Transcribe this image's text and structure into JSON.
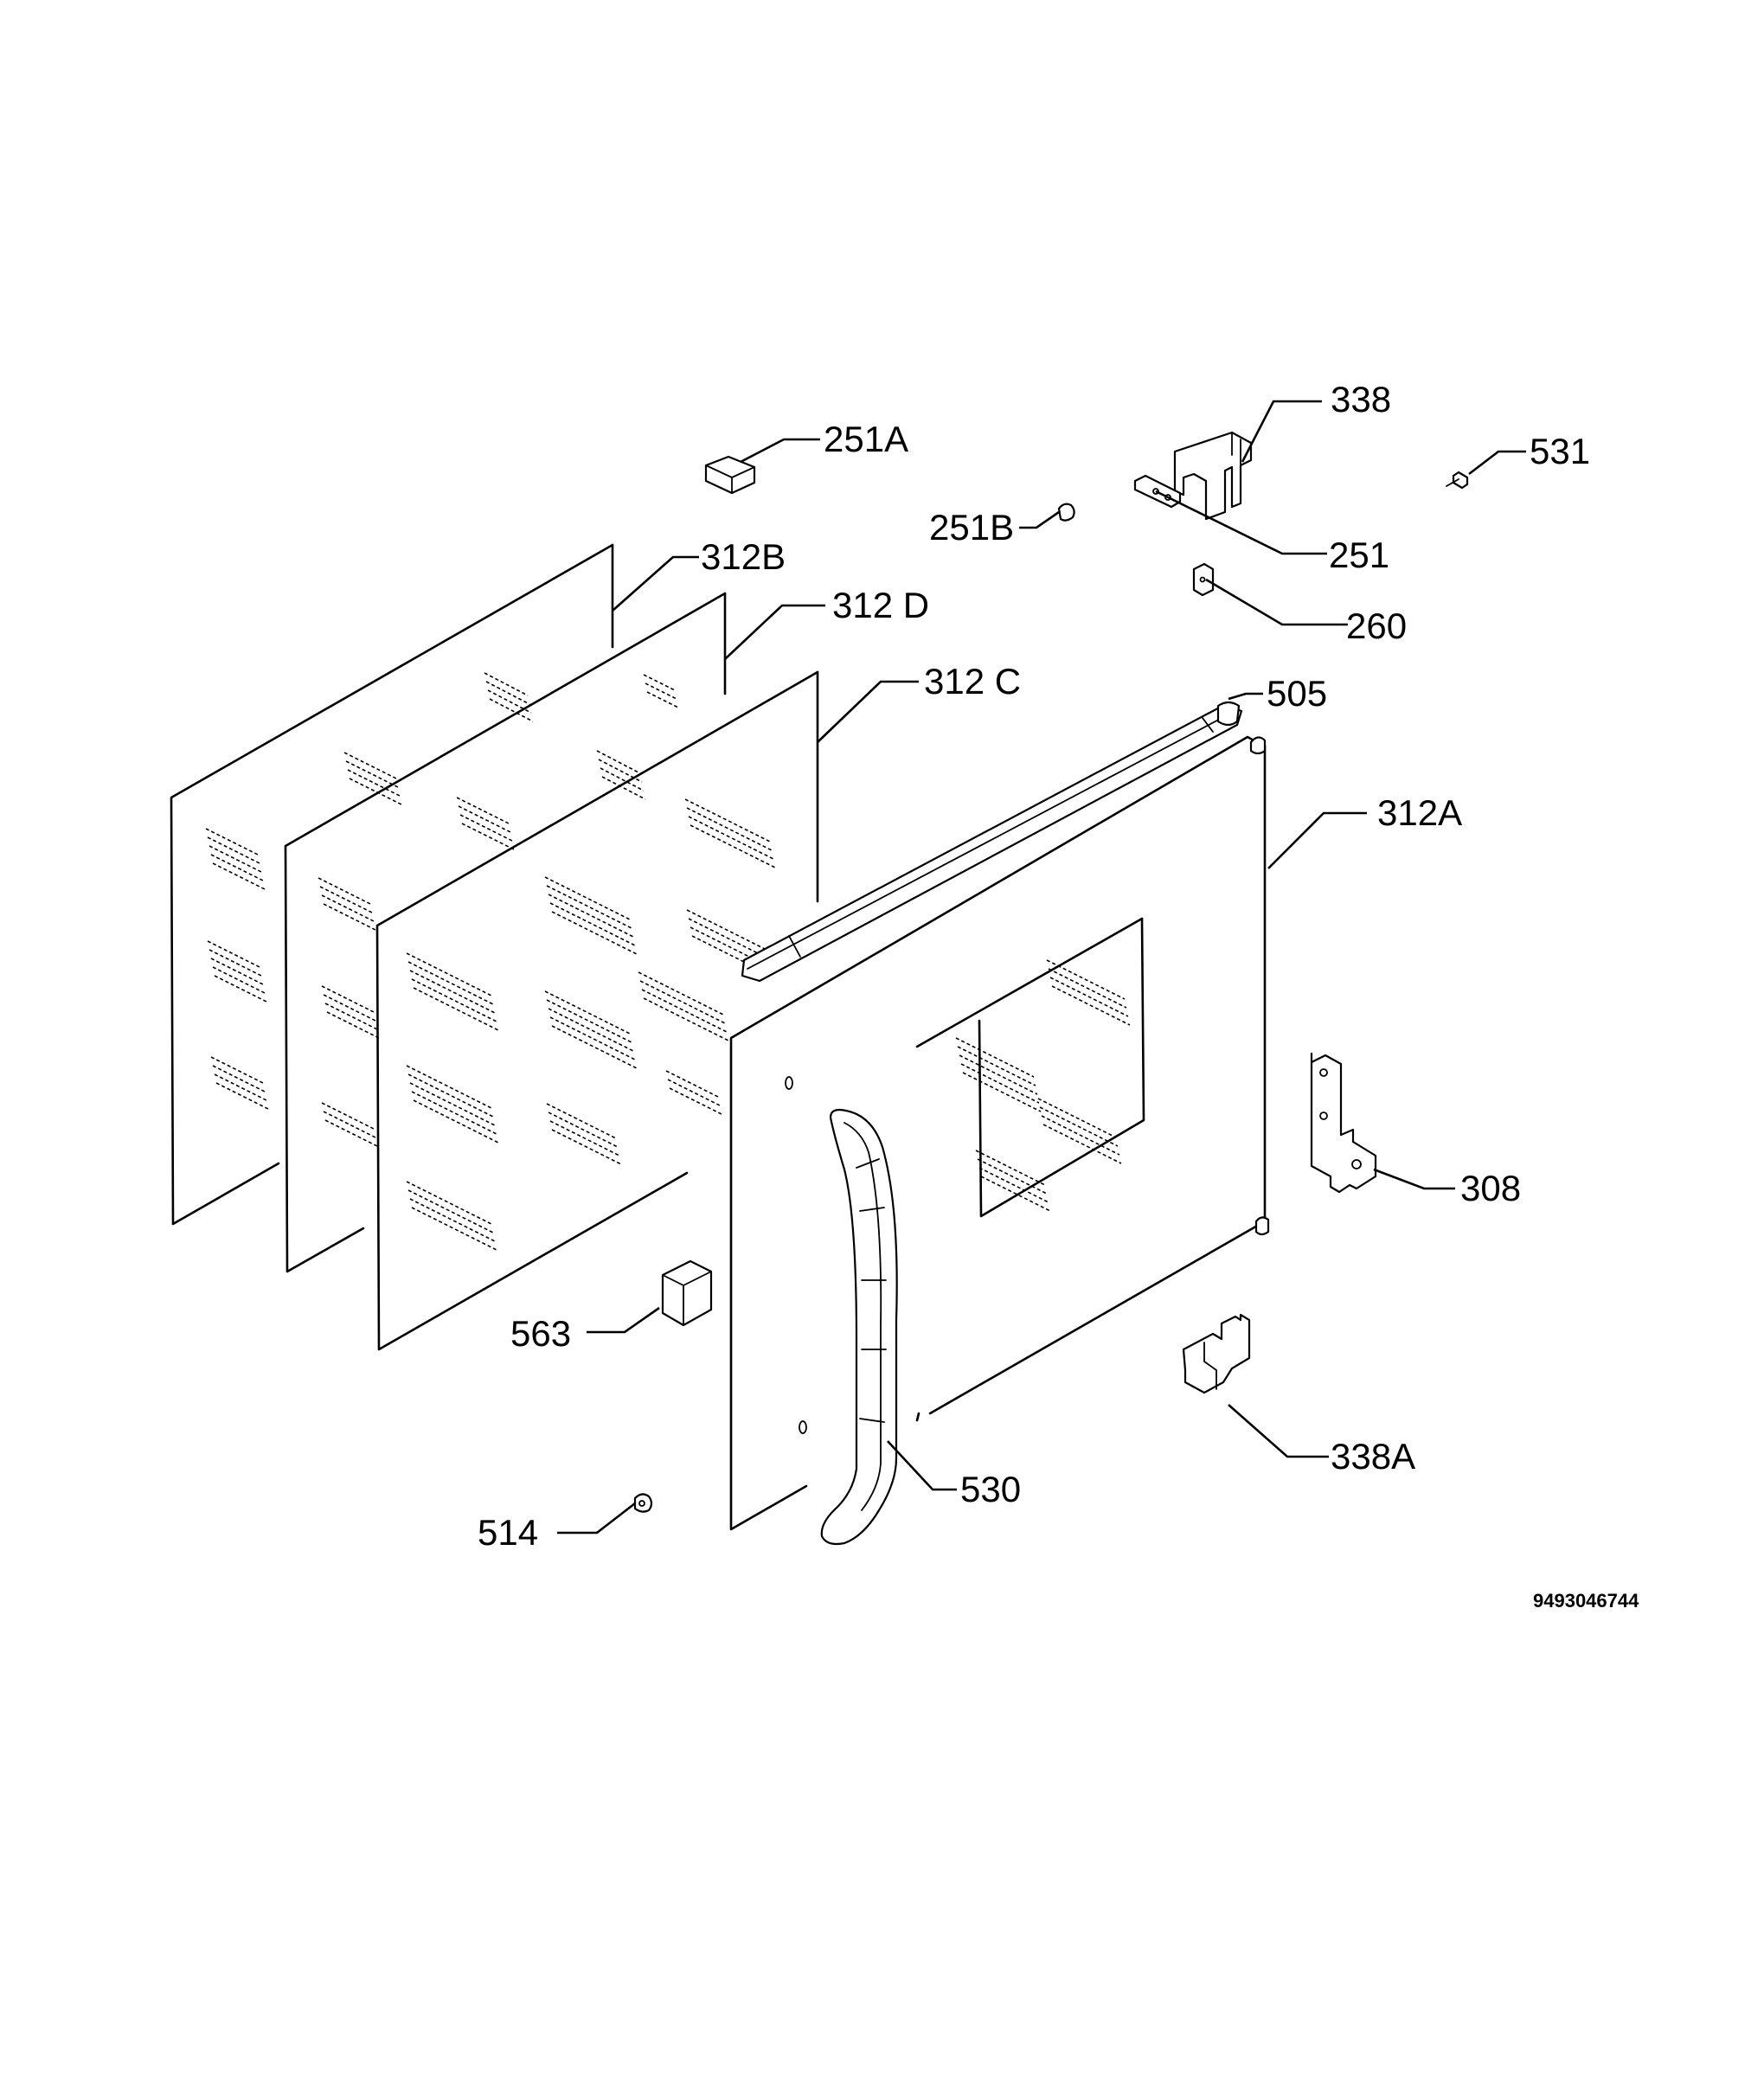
{
  "callouts": {
    "c338": "338",
    "c251A": "251A",
    "c531": "531",
    "c251B": "251B",
    "c251": "251",
    "c312B": "312B",
    "c260": "260",
    "c312D": "312 D",
    "c312C": "312 C",
    "c505": "505",
    "c312A": "312A",
    "c308": "308",
    "c563": "563",
    "c338A": "338A",
    "c530": "530",
    "c514": "514"
  },
  "reference_number": "9493046744"
}
